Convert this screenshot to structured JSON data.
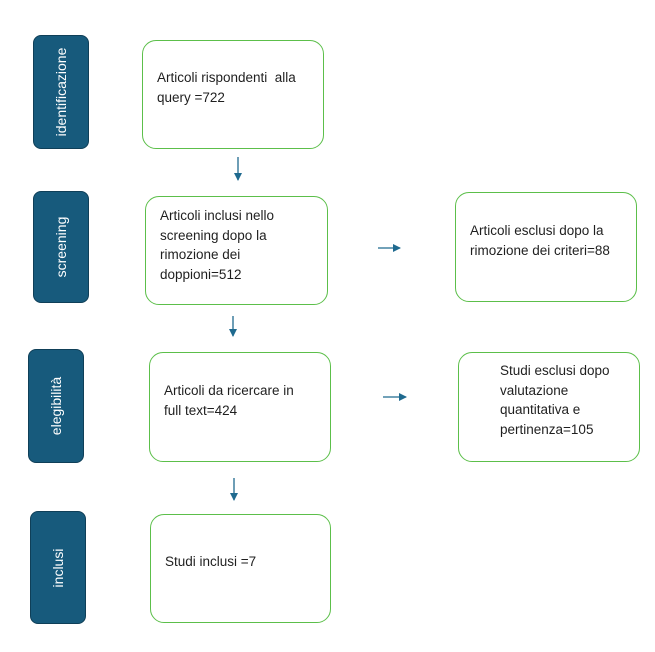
{
  "phases": {
    "identificazione": "identificazione",
    "screening": "screening",
    "elegibilita": "elegibilità",
    "inclusi": "inclusi"
  },
  "boxes": {
    "query": {
      "line1": "Articoli rispondenti  alla",
      "line2": "query =722"
    },
    "screening_incl": {
      "line1": "Articoli inclusi nello",
      "line2": "screening dopo la",
      "line3": "rimozione dei",
      "line4": "doppioni=512"
    },
    "screening_excl": {
      "line1": "Articoli esclusi dopo la",
      "line2": "rimozione dei criteri=88"
    },
    "fulltext": {
      "line1": "Articoli da ricercare in",
      "line2": "full text=424"
    },
    "elig_excl": {
      "line1": "Studi esclusi dopo",
      "line2": "valutazione",
      "line3": "quantitativa e",
      "line4": "pertinenza=105"
    },
    "inclusi": {
      "line1": "Studi inclusi =7"
    }
  },
  "colors": {
    "phase_fill": "#175a7c",
    "box_border": "#5cbf4a",
    "arrow": "#1f6a8f"
  }
}
